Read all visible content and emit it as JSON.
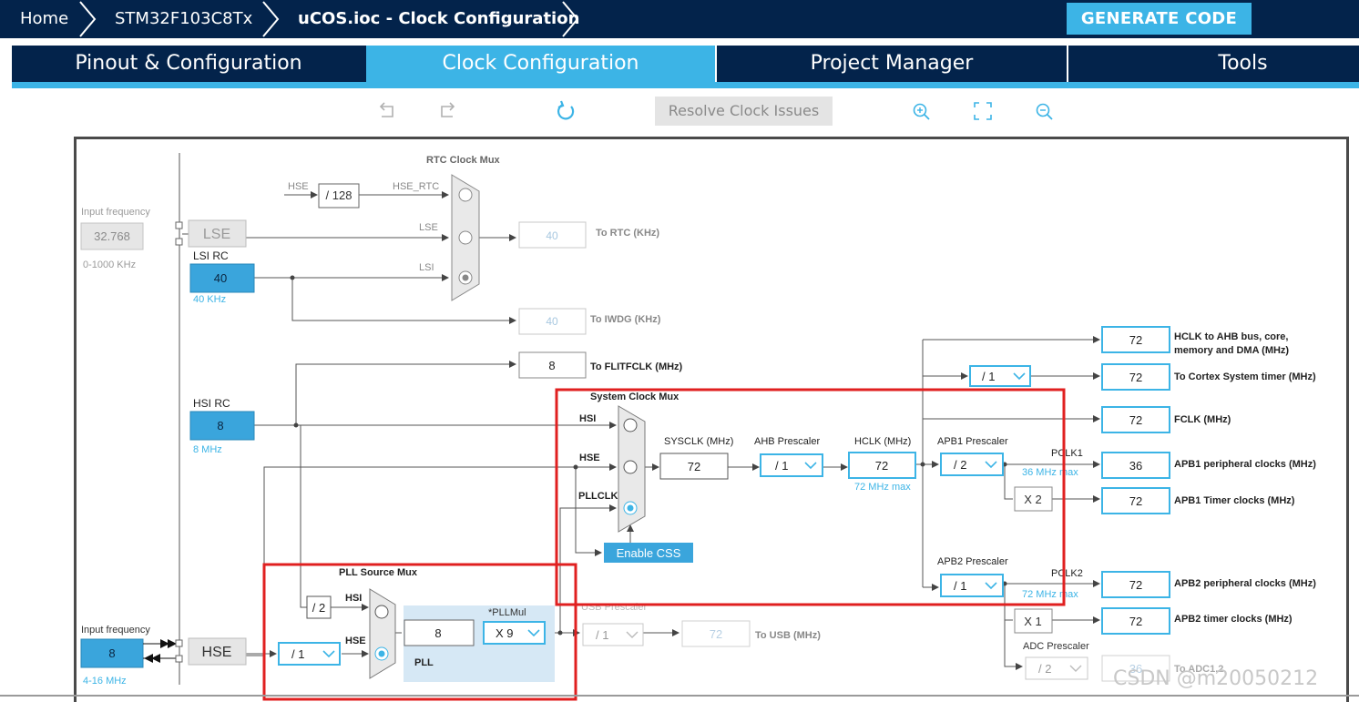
{
  "breadcrumb": {
    "home": "Home",
    "device": "STM32F103C8Tx",
    "file": "uCOS.ioc - Clock Configuration"
  },
  "generate_label": "GENERATE CODE",
  "tabs": [
    {
      "label": "Pinout & Configuration",
      "active": false
    },
    {
      "label": "Clock Configuration",
      "active": true
    },
    {
      "label": "Project Manager",
      "active": false
    },
    {
      "label": "Tools",
      "active": false
    }
  ],
  "toolbar": {
    "resolve_label": "Resolve Clock Issues",
    "icons": [
      "undo-icon",
      "redo-icon",
      "refresh-icon",
      "zoom-in-icon",
      "fit-screen-icon",
      "zoom-out-icon"
    ]
  },
  "colors": {
    "navy": "#03234b",
    "accent": "#3cb4e6",
    "highlight_box": "#e02020",
    "pll_bg": "#d6e8f5"
  },
  "diagram": {
    "lse_input": {
      "caption": "Input frequency",
      "value": "32.768",
      "range": "0-1000 KHz"
    },
    "lse_label": "LSE",
    "lsi": {
      "title": "LSI RC",
      "value": "40",
      "unit": "40 KHz"
    },
    "rtc_mux": {
      "title": "RTC Clock Mux",
      "hse_label": "HSE",
      "div": "/ 128",
      "hse_rtc": "HSE_RTC",
      "lse": "LSE",
      "lsi": "LSI"
    },
    "to_rtc": {
      "value": "40",
      "label": "To RTC (KHz)"
    },
    "to_iwdg": {
      "value": "40",
      "label": "To IWDG (KHz)"
    },
    "to_flit": {
      "value": "8",
      "label": "To FLITFCLK (MHz)"
    },
    "hsi": {
      "title": "HSI RC",
      "value": "8",
      "unit": "8 MHz"
    },
    "sys_mux": {
      "title": "System Clock Mux",
      "hsi": "HSI",
      "hse": "HSE",
      "pllclk": "PLLCLK"
    },
    "enable_css": "Enable CSS",
    "sysclk": {
      "label": "SYSCLK (MHz)",
      "value": "72"
    },
    "ahb": {
      "label": "AHB Prescaler",
      "value": "/ 1"
    },
    "hclk": {
      "label": "HCLK (MHz)",
      "value": "72",
      "max": "72 MHz max"
    },
    "apb1": {
      "label": "APB1 Prescaler",
      "value": "/ 2",
      "pclk": "PCLK1",
      "max": "36 MHz max",
      "timer_mult": "X 2"
    },
    "apb2": {
      "label": "APB2 Prescaler",
      "value": "/ 1",
      "pclk": "PCLK2",
      "max": "72 MHz max",
      "timer_mult": "X 1"
    },
    "cortex_div": "/ 1",
    "outputs": [
      {
        "value": "72",
        "label": "HCLK to AHB bus, core,",
        "label2": "memory and DMA (MHz)"
      },
      {
        "value": "72",
        "label": "To Cortex System timer (MHz)",
        "label2": ""
      },
      {
        "value": "72",
        "label": "FCLK (MHz)",
        "label2": ""
      },
      {
        "value": "36",
        "label": "APB1 peripheral clocks (MHz)",
        "label2": ""
      },
      {
        "value": "72",
        "label": "APB1 Timer clocks (MHz)",
        "label2": ""
      },
      {
        "value": "72",
        "label": "APB2 peripheral clocks (MHz)",
        "label2": ""
      },
      {
        "value": "72",
        "label": "APB2 timer clocks (MHz)",
        "label2": ""
      }
    ],
    "adc": {
      "label": "ADC Prescaler",
      "value": "/ 2",
      "out": "36",
      "out_label": "To ADC1,2"
    },
    "pll_src_mux": {
      "title": "PLL Source Mux",
      "hsi_div": "/ 2",
      "hsi": "HSI",
      "hse": "HSE"
    },
    "hse_input": {
      "caption": "Input frequency",
      "value": "8",
      "range": "4-16 MHz"
    },
    "hse_label": "HSE",
    "hse_prediv": "/ 1",
    "pll": {
      "value": "8",
      "mul_label": "*PLLMul",
      "mul": "X 9",
      "name": "PLL"
    },
    "usb": {
      "label": "USB Prescaler",
      "value": "/ 1",
      "out": "72",
      "out_label": "To USB (MHz)"
    }
  },
  "watermark": "CSDN @m20050212"
}
